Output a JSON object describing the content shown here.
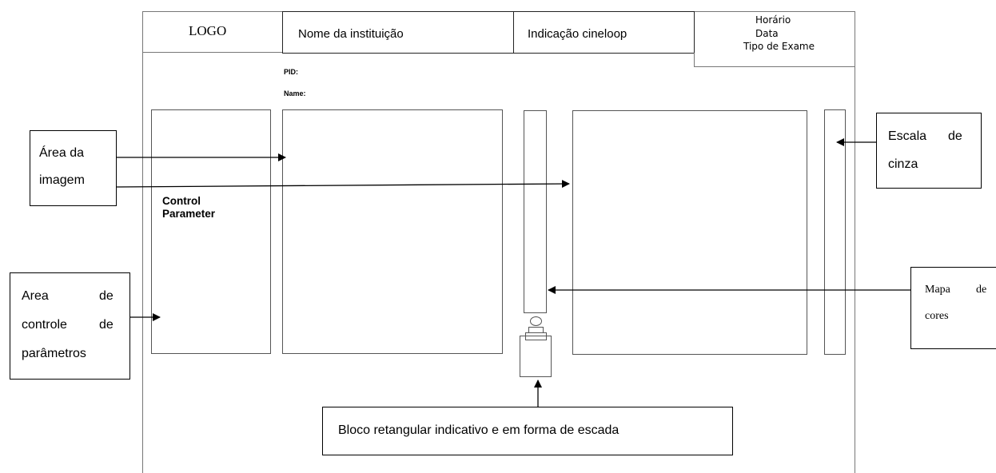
{
  "header": {
    "logo": "LOGO",
    "institution": "Nome da instituição",
    "cineloop": "Indicação cineloop",
    "info_time": "Horário",
    "info_date": "Data",
    "info_exam": "Tipo de Exame"
  },
  "patient": {
    "pid_label": "PID:",
    "name_label": "Name:"
  },
  "control_panel": {
    "title_line1": "Control",
    "title_line2": "Parameter"
  },
  "callouts": {
    "image_area_line1": "Área da",
    "image_area_line2": "imagem",
    "gray_scale_line1a": "Escala",
    "gray_scale_line1b": "de",
    "gray_scale_line2": "cinza",
    "param_area_line1a": "Area",
    "param_area_line1b": "de",
    "param_area_line2a": "controle",
    "param_area_line2b": "de",
    "param_area_line3": "parâmetros",
    "color_map_line1a": "Mapa",
    "color_map_line1b": "de",
    "color_map_line2": "cores",
    "step_block": "Bloco retangular indicativo e em forma de escada"
  }
}
